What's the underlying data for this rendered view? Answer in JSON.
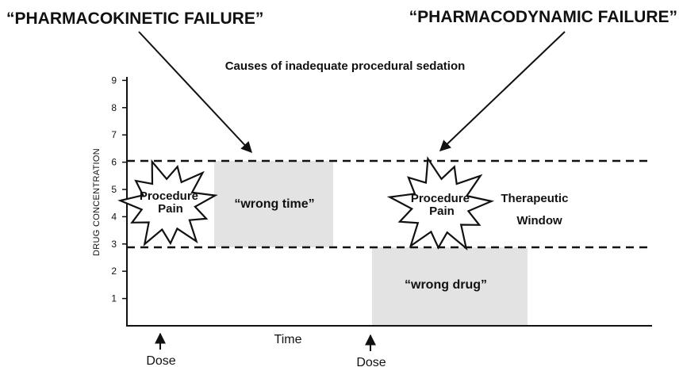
{
  "headings": {
    "left": "“PHARMACOKINETIC FAILURE”",
    "right": "“PHARMACODYNAMIC FAILURE”"
  },
  "subtitle": "Causes of inadequate procedural sedation",
  "axes": {
    "y_label": "DRUG CONCENTRATION",
    "y_ticks": [
      "1",
      "2",
      "3",
      "4",
      "5",
      "6",
      "7",
      "8",
      "9"
    ],
    "x_label": "Time"
  },
  "bursts": {
    "left": [
      "Procedure",
      "Pain"
    ],
    "right": [
      "Procedure",
      "Pain"
    ]
  },
  "boxes": {
    "wrong_time": "“wrong time”",
    "wrong_drug": "“wrong drug”"
  },
  "therapeutic_window": [
    "Therapeutic",
    "Window"
  ],
  "doses": [
    "Dose",
    "Dose"
  ],
  "colors": {
    "box_fill": "#e3e3e3",
    "ink": "#111111",
    "background": "#ffffff"
  }
}
